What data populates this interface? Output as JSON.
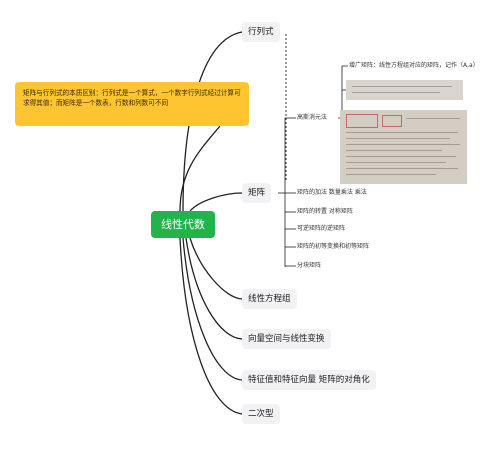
{
  "root": {
    "label": "线性代数"
  },
  "callout": {
    "text": "矩阵与行列式的本质区别：行列式是一个算式，一个数字行列式经过计算可求得其值；而矩阵是一个数表，行数和列数可不同"
  },
  "branches": {
    "determinant": "行列式",
    "matrix": "矩阵",
    "linear_equations": "线性方程组",
    "vector_space": "向量空间与线性变换",
    "eigen": "特征值和特征向量  矩阵的对角化",
    "quadratic": "二次型"
  },
  "matrix_children": {
    "gauss": "高斯消元法",
    "ops": "矩阵的加法 数量乘法 乘法",
    "transpose": "矩阵的转置 对称矩阵",
    "inverse": "可逆矩阵的逆矩阵",
    "elementary": "矩阵的初等变换和初等矩阵",
    "block": "分块矩阵"
  },
  "gauss_children": {
    "augmented": "增广矩阵：线性方程组对应的矩阵，记作（A,a）"
  },
  "colors": {
    "root": "#22b34a",
    "callout": "#ffc530",
    "branch_bg": "#f2f2f4",
    "line": "#222222"
  }
}
